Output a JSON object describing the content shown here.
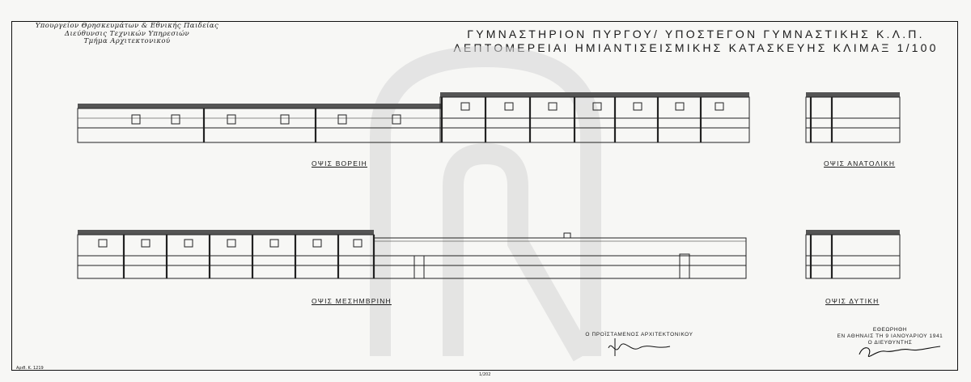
{
  "ministry": {
    "line1": "Υπουργείον Θρησκευμάτων & Εθνικής Παιδείας",
    "line2": "Διεύθυνσις Τεχνικών Υπηρεσιών",
    "line3": "Τμήμα Αρχιτεκτονικού"
  },
  "title": {
    "line1": "ΓΥΜΝΑΣΤΗΡΙΟΝ ΠΥΡΓΟΥ/ ΥΠΟΣΤΕΓΟΝ ΓΥΜΝΑΣΤΙΚΗΣ Κ.Λ.Π.",
    "line2": "ΛΕΠΤΟΜΕΡΕΙΑΙ ΗΜΙΑΝΤΙΣΕΙΣΜΙΚΗΣ ΚΑΤΑΣΚΕΥΗΣ ΚΛΙΜΑΞ 1/100"
  },
  "views": {
    "north": "ΟΨΙΣ ΒΟΡΕΙΗ",
    "east": "ΟΨΙΣ ΑΝΑΤΟΛΙΚΗ",
    "south": "ΟΨΙΣ ΜΕΣΗΜΒΡΙΝΗ",
    "west": "ΟΨΙΣ ΔΥΤΙΚΗ"
  },
  "signatures": {
    "architect": "Ο ΠΡΟΪΣΤΑΜΕΝΟΣ ΑΡΧΙΤΕΚΤΟΝΙΚΟΥ",
    "approved": "ΕΘΕΩΡΗΘΗ",
    "date": "ΕΝ ΑΘΗΝΑΙΣ ΤΗ 9 ΙΑΝΟΥΑΡΙΟΥ 1941",
    "director": "Ο ΔΙΕΥΘΥΝΤΗΣ"
  },
  "stamps": {
    "left_code": "Αριθ. Κ. 1219",
    "bottom_mark": "1/202"
  }
}
